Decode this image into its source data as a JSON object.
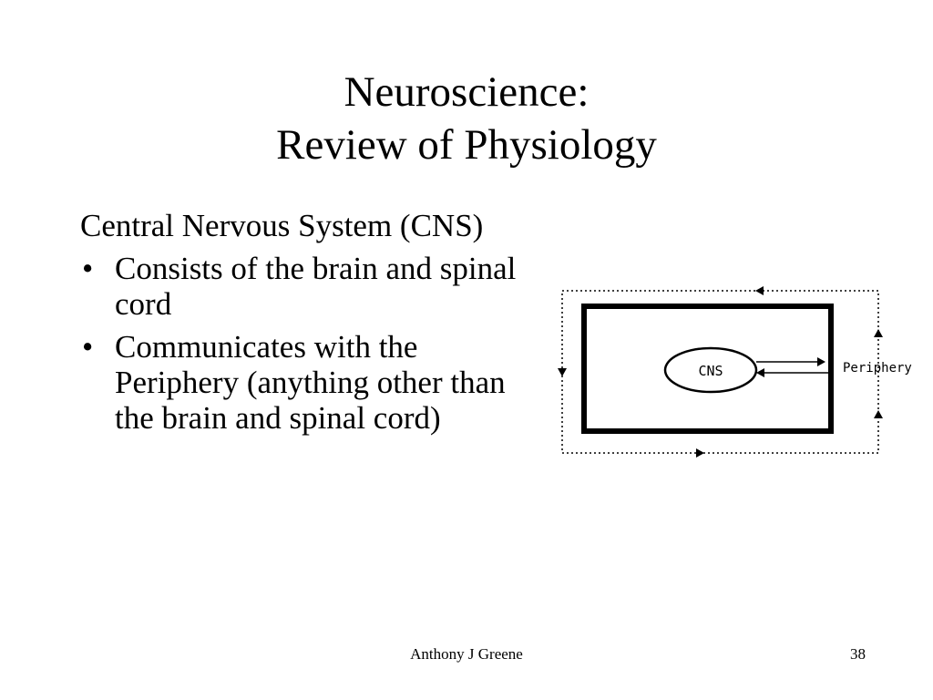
{
  "title": {
    "line1": "Neuroscience:",
    "line2": "Review of Physiology"
  },
  "content": {
    "heading": "Central Nervous System (CNS)",
    "bullet_symbol": "•",
    "bullets": [
      "Consists of the brain and spinal cord",
      "Communicates with the Periphery (anything other than the brain and spinal cord)"
    ]
  },
  "diagram": {
    "center_label": "CNS",
    "outer_label": "Periphery"
  },
  "footer": {
    "author": "Anthony J Greene",
    "page_number": "38"
  }
}
